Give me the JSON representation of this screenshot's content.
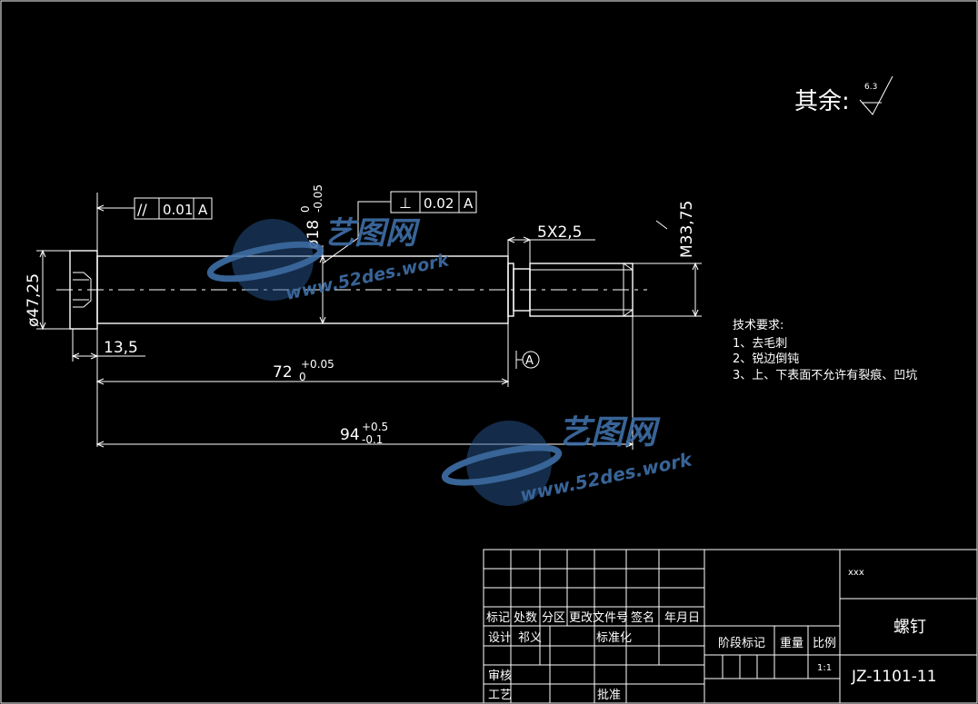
{
  "surface_roughness": {
    "label": "其余:",
    "value": "6.3"
  },
  "dimensions": {
    "diameter_head": "ø47,25",
    "diameter_shaft": "ø18",
    "diameter_shaft_upper_tol": "0",
    "diameter_shaft_lower_tol": "-0.05",
    "thread": "M33,75",
    "groove": "5X2,5",
    "head_length": "13,5",
    "length_72": "72",
    "length_72_upper_tol": "+0.05",
    "length_72_lower_tol": "0",
    "length_94": "94",
    "length_94_upper_tol": "+0.5",
    "length_94_lower_tol": "-0.1"
  },
  "tolerance_frames": [
    {
      "symbol": "//",
      "value": "0.01",
      "datum": "A"
    },
    {
      "symbol": "⊥",
      "value": "0.02",
      "datum": "A"
    }
  ],
  "datum_label": "A",
  "tech_requirements": {
    "title": "技术要求:",
    "items": [
      "1、去毛刺",
      "2、锐边倒钝",
      "3、上、下表面不允许有裂痕、凹坑"
    ]
  },
  "title_block": {
    "col_headers": [
      "标记",
      "处数",
      "分区",
      "更改文件号",
      "签名",
      "年月日"
    ],
    "design_label": "设计",
    "designer": "祁义",
    "standardize_label": "标准化",
    "review_label": "审核",
    "process_label": "工艺",
    "approve_label": "批准",
    "stage_mark_label": "阶段标记",
    "weight_label": "重量",
    "scale_label": "比例",
    "scale_value": "1:1",
    "company": "xxx",
    "part_name": "螺钉",
    "drawing_no": "JZ-1101-11"
  },
  "watermark": {
    "brand": "艺图网",
    "url": "www.52des.work"
  },
  "colors": {
    "background": "#000000",
    "line": "#ffffff",
    "watermark_blue": "#3f6fa8"
  }
}
